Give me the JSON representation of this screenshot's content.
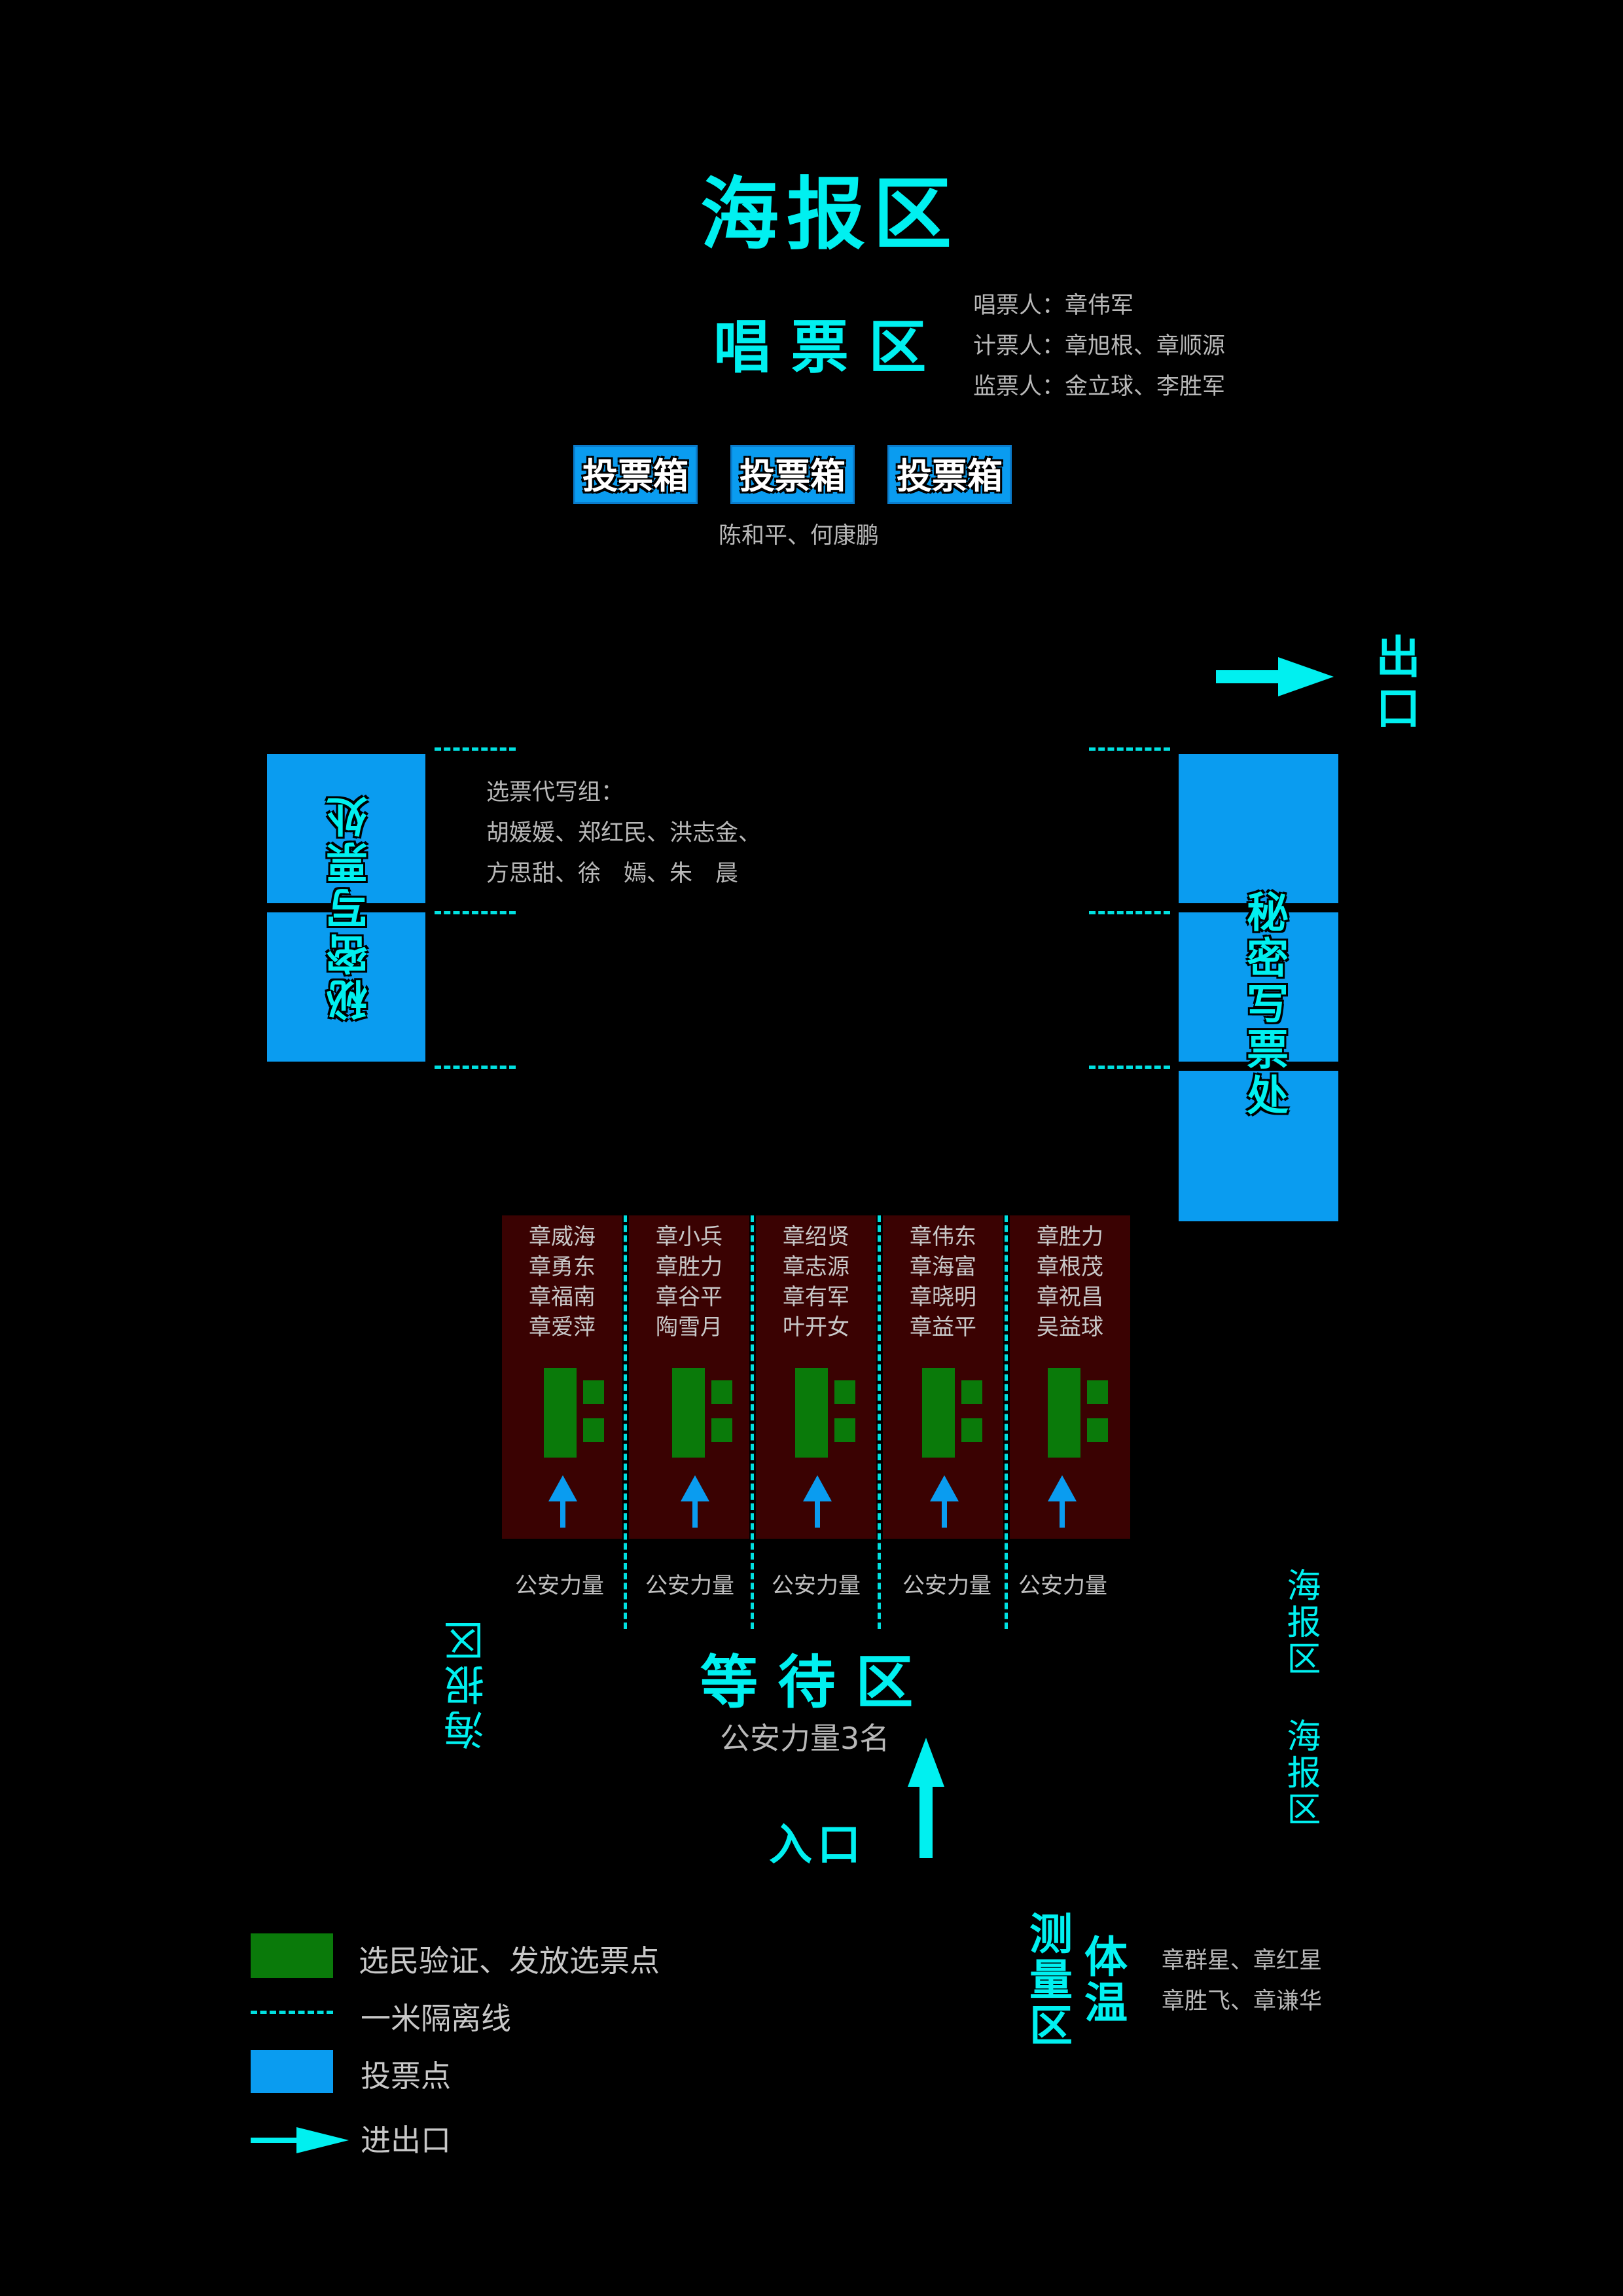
{
  "titles": {
    "poster_top": "海报区",
    "sing": "唱 票 区",
    "waiting": "等 待 区",
    "entrance": "入口",
    "exit": "出口",
    "poster_left": "海报区",
    "poster_right_1": "海报区",
    "poster_right_2": "海报区",
    "temp_1": "体温",
    "temp_2": "测量区"
  },
  "counting_staff": [
    "唱票人：章伟军",
    "计票人：章旭根、章顺源",
    "监票人：金立球、李胜军"
  ],
  "ballot_boxes": [
    "投票箱",
    "投票箱",
    "投票箱"
  ],
  "box_staff": "陈和平、何康鹏",
  "booth_label": "秘密写票处",
  "proxy_group": {
    "heading": "选票代写组：",
    "line1": "胡媛媛、郑红民、洪志金、",
    "line2": "方思甜、徐　嫣、朱　晨"
  },
  "lanes": [
    {
      "names": [
        "章威海",
        "章勇东",
        "章福南",
        "章爱萍"
      ],
      "police": "公安力量"
    },
    {
      "names": [
        "章小兵",
        "章胜力",
        "章谷平",
        "陶雪月"
      ],
      "police": "公安力量"
    },
    {
      "names": [
        "章绍贤",
        "章志源",
        "章有军",
        "叶开女"
      ],
      "police": "公安力量"
    },
    {
      "names": [
        "章伟东",
        "章海富",
        "章晓明",
        "章益平"
      ],
      "police": "公安力量"
    },
    {
      "names": [
        "章胜力",
        "章根茂",
        "章祝昌",
        "吴益球"
      ],
      "police": "公安力量"
    }
  ],
  "waiting_police": "公安力量3名",
  "temp_staff": [
    "章群星、章红星",
    "章胜飞、章谦华"
  ],
  "legend": {
    "green": "选民验证、发放选票点",
    "dash": "一米隔离线",
    "blue": "投票点",
    "arrow": "进出口"
  },
  "colors": {
    "cyan": "#00f0f0",
    "blue": "#0a9cf0",
    "green": "#0a7a0a",
    "lane_bg": "#3a0202"
  },
  "icons": {
    "arrow": "arrow-icon",
    "verify_station": "station-icon"
  }
}
